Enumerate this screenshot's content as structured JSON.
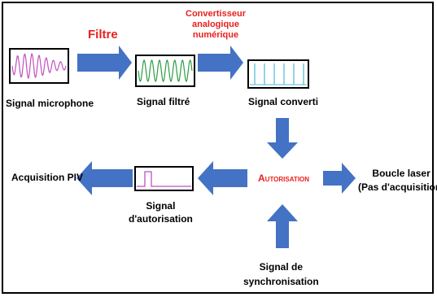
{
  "labels": {
    "filtre": "Filtre",
    "convertisseur": [
      "Convertisseur",
      "analogique",
      "numérique"
    ],
    "signal_microphone": "Signal microphone",
    "signal_filtre": "Signal filtré",
    "signal_converti": "Signal converti",
    "autorisation": "Autorisation",
    "boucle_laser": [
      "Boucle laser",
      "(Pas d'acquisition)"
    ],
    "acquisition_piv": "Acquisition PIV",
    "signal_autorisation": [
      "Signal",
      "d'autorisation"
    ],
    "signal_synchronisation": [
      "Signal de",
      "synchronisation"
    ]
  },
  "colors": {
    "arrow": "#4472c4",
    "label_red": "#e8201e",
    "microphone_wave": "#c050c0",
    "filtered_wave": "#2e9e44",
    "converted_pulses": "#4fb8d8",
    "authorization_pulse": "#c050c0",
    "frame": "#000000"
  }
}
